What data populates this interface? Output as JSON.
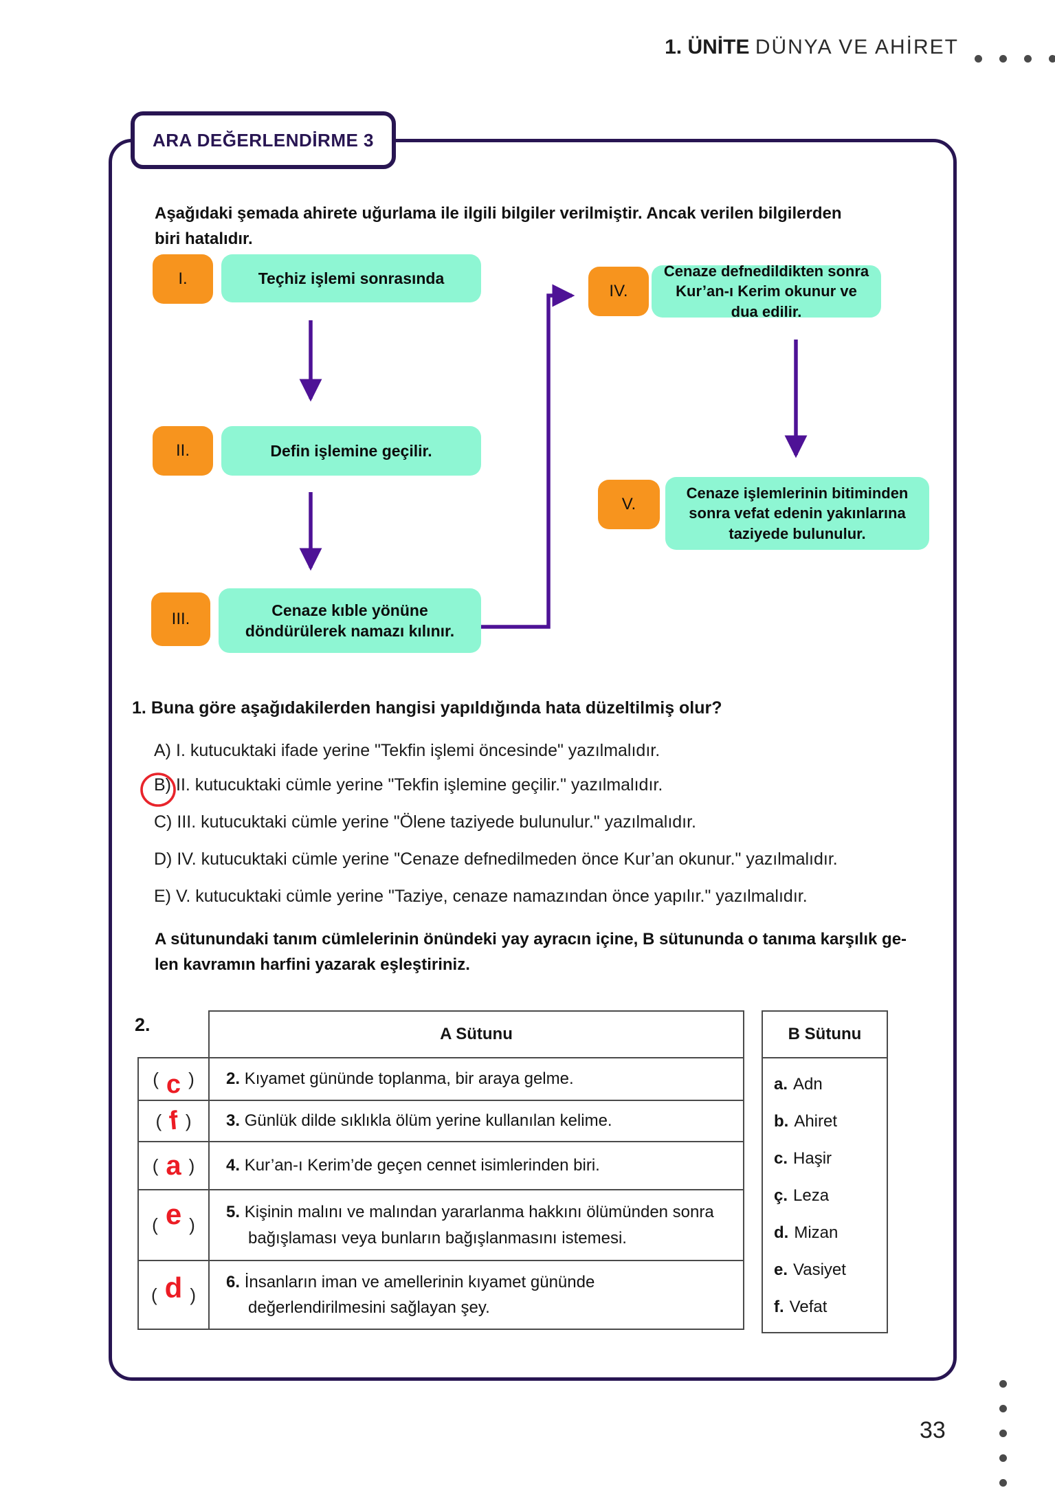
{
  "header": {
    "unit_number": "1. ÜNİTE",
    "unit_title": "DÜNYA VE AHİRET"
  },
  "section": {
    "title": "ARA DEĞERLENDİRME 3",
    "intro_line1": "Aşağıdaki şemada ahirete uğurlama ile ilgili bilgiler verilmiştir. Ancak verilen bilgilerden",
    "intro_line2": "biri hatalıdır."
  },
  "flowchart": {
    "nodes": [
      {
        "id": "I.",
        "text": "Teçhiz işlemi sonrasında"
      },
      {
        "id": "II.",
        "text": "Defin işlemine geçilir."
      },
      {
        "id": "III.",
        "text": "Cenaze kıble yönüne döndürülerek namazı kılınır."
      },
      {
        "id": "IV.",
        "text": "Cenaze defnedildikten sonra Kur’an-ı Kerim okunur ve dua edilir."
      },
      {
        "id": "V.",
        "text": "Cenaze işlemlerinin bitiminden sonra vefat edenin yakınlarına taziyede bulunulur."
      }
    ]
  },
  "question1": {
    "number": "1.",
    "stem": "Buna göre aşağıdakilerden hangisi yapıldığında hata düzeltilmiş olur?",
    "options": [
      {
        "label": "A)",
        "text": "I. kutucuktaki ifade yerine \"Tekfin işlemi öncesinde\" yazılmalıdır."
      },
      {
        "label": "B)",
        "text": "II. kutucuktaki cümle yerine \"Tekfin işlemine geçilir.\" yazılmalıdır."
      },
      {
        "label": "C)",
        "text": "III. kutucuktaki cümle yerine \"Ölene taziyede bulunulur.\" yazılmalıdır."
      },
      {
        "label": "D)",
        "text": "IV. kutucuktaki cümle yerine \"Cenaze defnedilmeden önce Kur’an okunur.\" yazılmalıdır."
      },
      {
        "label": "E)",
        "text": "V. kutucuktaki cümle yerine \"Taziye, cenaze namazından önce yapılır.\" yazılmalıdır."
      }
    ]
  },
  "question2": {
    "number": "2.",
    "instruction_line1": "A sütunundaki tanım cümlelerinin önündeki yay ayracın içine, B sütununda o tanıma karşılık ge-",
    "instruction_line2": "len kavramın harfini yazarak eşleştiriniz.",
    "table_a": {
      "header": "A Sütunu",
      "rows": [
        {
          "answer": "c",
          "item_number": "2.",
          "text": "Kıyamet gününde toplanma, bir araya gelme."
        },
        {
          "answer": "f",
          "item_number": "3.",
          "text": "Günlük dilde sıklıkla ölüm yerine kullanılan kelime."
        },
        {
          "answer": "a",
          "item_number": "4.",
          "text": "Kur’an-ı Kerim’de geçen cennet isimlerinden biri."
        },
        {
          "answer": "e",
          "item_number": "5.",
          "text": "Kişinin malını ve malından yararlanma hakkını ölümünden sonra bağışlaması veya bunların bağışlanmasını istemesi."
        },
        {
          "answer": "d",
          "item_number": "6.",
          "text": "İnsanların iman ve amellerinin kıyamet gününde değerlendirilmesini sağlayan şey."
        }
      ]
    },
    "table_b": {
      "header": "B Sütunu",
      "items": [
        {
          "letter": "a.",
          "term": "Adn"
        },
        {
          "letter": "b.",
          "term": "Ahiret"
        },
        {
          "letter": "c.",
          "term": "Haşir"
        },
        {
          "letter": "ç.",
          "term": "Leza"
        },
        {
          "letter": "d.",
          "term": "Mizan"
        },
        {
          "letter": "e.",
          "term": "Vasiyet"
        },
        {
          "letter": "f.",
          "term": "Vefat"
        }
      ]
    }
  },
  "footer": {
    "page_number": "33"
  },
  "colors": {
    "accent_orange": "#F7941E",
    "mint_green": "#8EF6D3",
    "arrow_purple": "#4E1296",
    "frame_navy": "#281552",
    "answer_red": "#EC1C24",
    "table_border": "#4A4A4A"
  }
}
